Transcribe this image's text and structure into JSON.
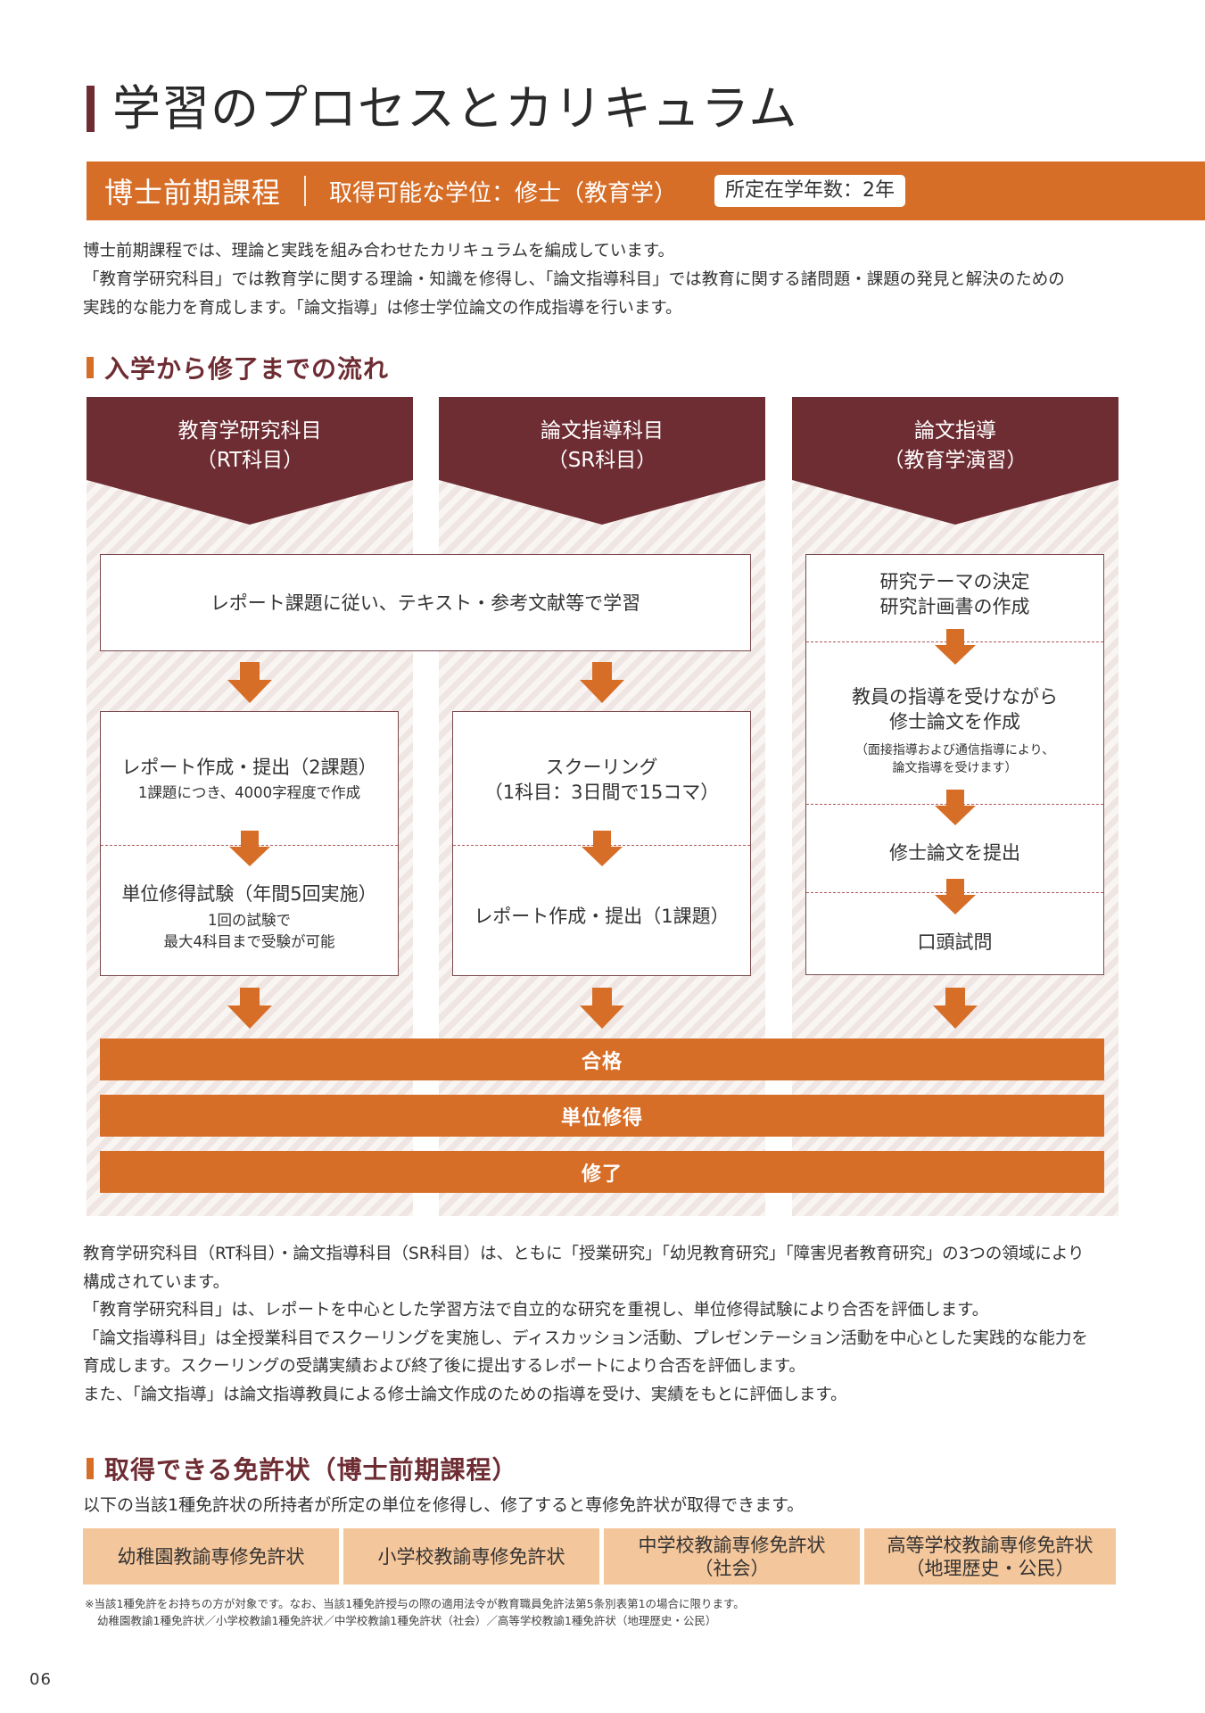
{
  "page": {
    "title": "学習のプロセスとカリキュラム",
    "number": "06"
  },
  "course": {
    "name": "博士前期課程",
    "degree": "取得可能な学位：修士（教育学）",
    "years": "所定在学年数：2年"
  },
  "intro": [
    "博士前期課程では、理論と実践を組み合わせたカリキュラムを編成しています。",
    "「教育学研究科目」では教育学に関する理論・知識を修得し、「論文指導科目」では教育に関する諸問題・課題の発見と解決のための",
    "実践的な能力を育成します。「論文指導」は修士学位論文の作成指導を行います。"
  ],
  "flow": {
    "heading": "入学から修了までの流れ",
    "columns": [
      {
        "line1": "教育学研究科目",
        "line2": "（RT科目）"
      },
      {
        "line1": "論文指導科目",
        "line2": "（SR科目）"
      },
      {
        "line1": "論文指導",
        "line2": "（教育学演習）"
      }
    ],
    "shared_box": "レポート課題に従い、テキスト・参考文献等で学習",
    "rt": {
      "report": "レポート作成・提出（2課題）",
      "report_note": "1課題につき、4000字程度で作成",
      "exam": "単位修得試験（年間5回実施）",
      "exam_note1": "1回の試験で",
      "exam_note2": "最大4科目まで受験が可能"
    },
    "sr": {
      "schooling1": "スクーリング",
      "schooling2": "（1科目：3日間で15コマ）",
      "report": "レポート作成・提出（1課題）"
    },
    "thesis": {
      "theme1": "研究テーマの決定",
      "theme2": "研究計画書の作成",
      "write1": "教員の指導を受けながら",
      "write2": "修士論文を作成",
      "write_note1": "（面接指導および通信指導により、",
      "write_note2": "論文指導を受けます）",
      "submit": "修士論文を提出",
      "oral": "口頭試問"
    },
    "bars": [
      "合格",
      "単位修得",
      "修了"
    ]
  },
  "description": [
    "教育学研究科目（RT科目）・論文指導科目（SR科目）は、ともに「授業研究」「幼児教育研究」「障害児者教育研究」の3つの領域により",
    "構成されています。",
    "「教育学研究科目」は、レポートを中心とした学習方法で自立的な研究を重視し、単位修得試験により合否を評価します。",
    "「論文指導科目」は全授業科目でスクーリングを実施し、ディスカッション活動、プレゼンテーション活動を中心とした実践的な能力を",
    "育成します。スクーリングの受講実績および終了後に提出するレポートにより合否を評価します。",
    "また、「論文指導」は論文指導教員による修士論文作成のための指導を受け、実績をもとに評価します。"
  ],
  "licenses": {
    "heading": "取得できる免許状（博士前期課程）",
    "lead": "以下の当該1種免許状の所持者が所定の単位を修得し、修了すると専修免許状が取得できます。",
    "items": [
      {
        "line1": "幼稚園教諭専修免許状",
        "line2": ""
      },
      {
        "line1": "小学校教諭専修免許状",
        "line2": ""
      },
      {
        "line1": "中学校教諭専修免許状",
        "line2": "（社会）"
      },
      {
        "line1": "高等学校教諭専修免許状",
        "line2": "（地理歴史・公民）"
      }
    ],
    "note1": "※当該1種免許をお持ちの方が対象です。なお、当該1種免許授与の際の適用法令が教育職員免許法第5条別表第1の場合に限ります。",
    "note2": "幼稚園教諭1種免許状／小学校教諭1種免許状／中学校教諭1種免許状（社会）／高等学校教諭1種免許状（地理歴史・公民）"
  }
}
